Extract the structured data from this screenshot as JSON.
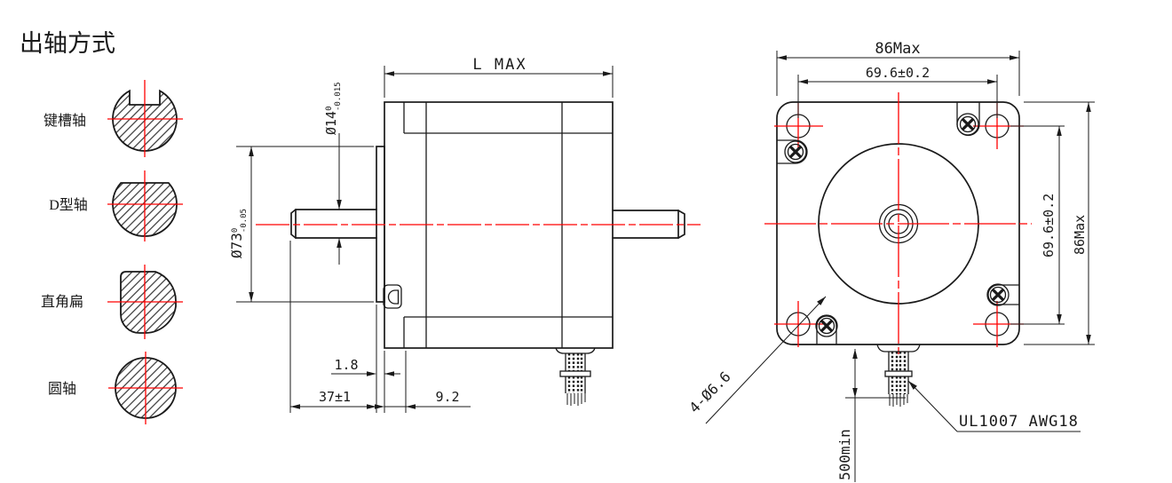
{
  "title": "出轴方式",
  "shaft_types": {
    "keyway": "键槽轴",
    "d_flat": "D型轴",
    "right_angle_flat": "直角扁",
    "round": "圆轴"
  },
  "side_view": {
    "length_label": "L MAX",
    "shaft_dia": "Ø14",
    "shaft_dia_tol_upper": "0",
    "shaft_dia_tol_lower": "-0.015",
    "pilot_dia": "Ø73",
    "pilot_dia_tol_upper": "0",
    "pilot_dia_tol_lower": "-0.05",
    "pilot_protrusion": "1.8",
    "shaft_extension": "37±1",
    "flange_thickness": "9.2"
  },
  "front_view": {
    "width": "86Max",
    "bolt_spacing_horizontal": "69.6±0.2",
    "bolt_spacing_vertical": "69.6±0.2",
    "height": "86Max",
    "mounting_holes": "4-Ø6.6",
    "lead_length": "500min",
    "lead_spec": "UL1007 AWG18"
  },
  "colors": {
    "line": "#1a1a1a",
    "centerline": "#ff0000",
    "background": "#ffffff"
  }
}
